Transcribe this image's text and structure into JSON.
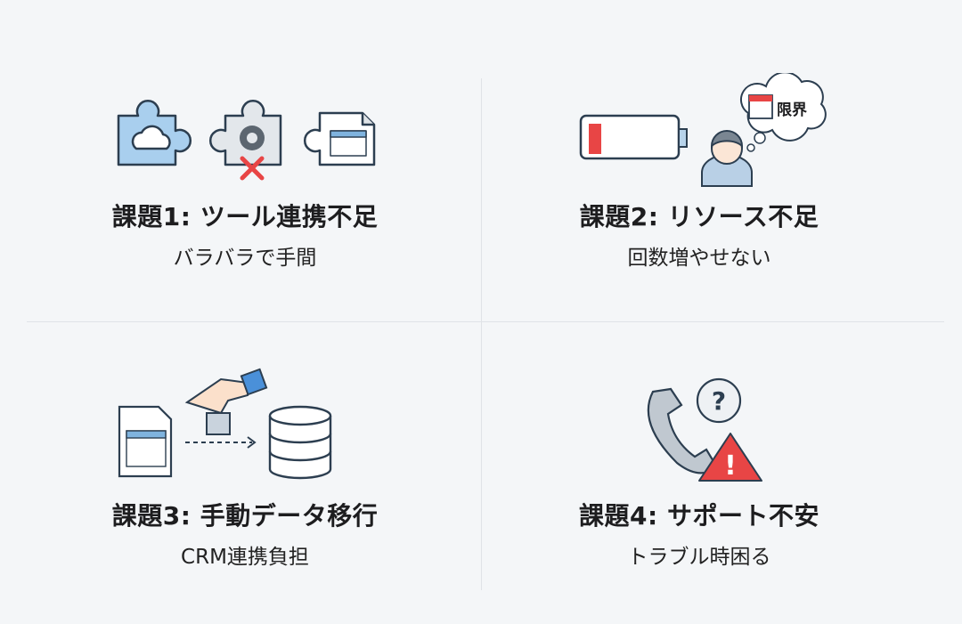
{
  "issues": [
    {
      "title": "課題1: ツール連携不足",
      "subtitle": "バラバラで手間"
    },
    {
      "title": "課題2: リソース不足",
      "subtitle": "回数増やせない",
      "bubble_text": "限界"
    },
    {
      "title": "課題3: 手動データ移行",
      "subtitle": "CRM連携負担"
    },
    {
      "title": "課題4: サポート不安",
      "subtitle": "トラブル時困る"
    }
  ],
  "colors": {
    "accent_blue": "#9cc7e8",
    "alert_red": "#e84545",
    "outline": "#2c3e50"
  }
}
